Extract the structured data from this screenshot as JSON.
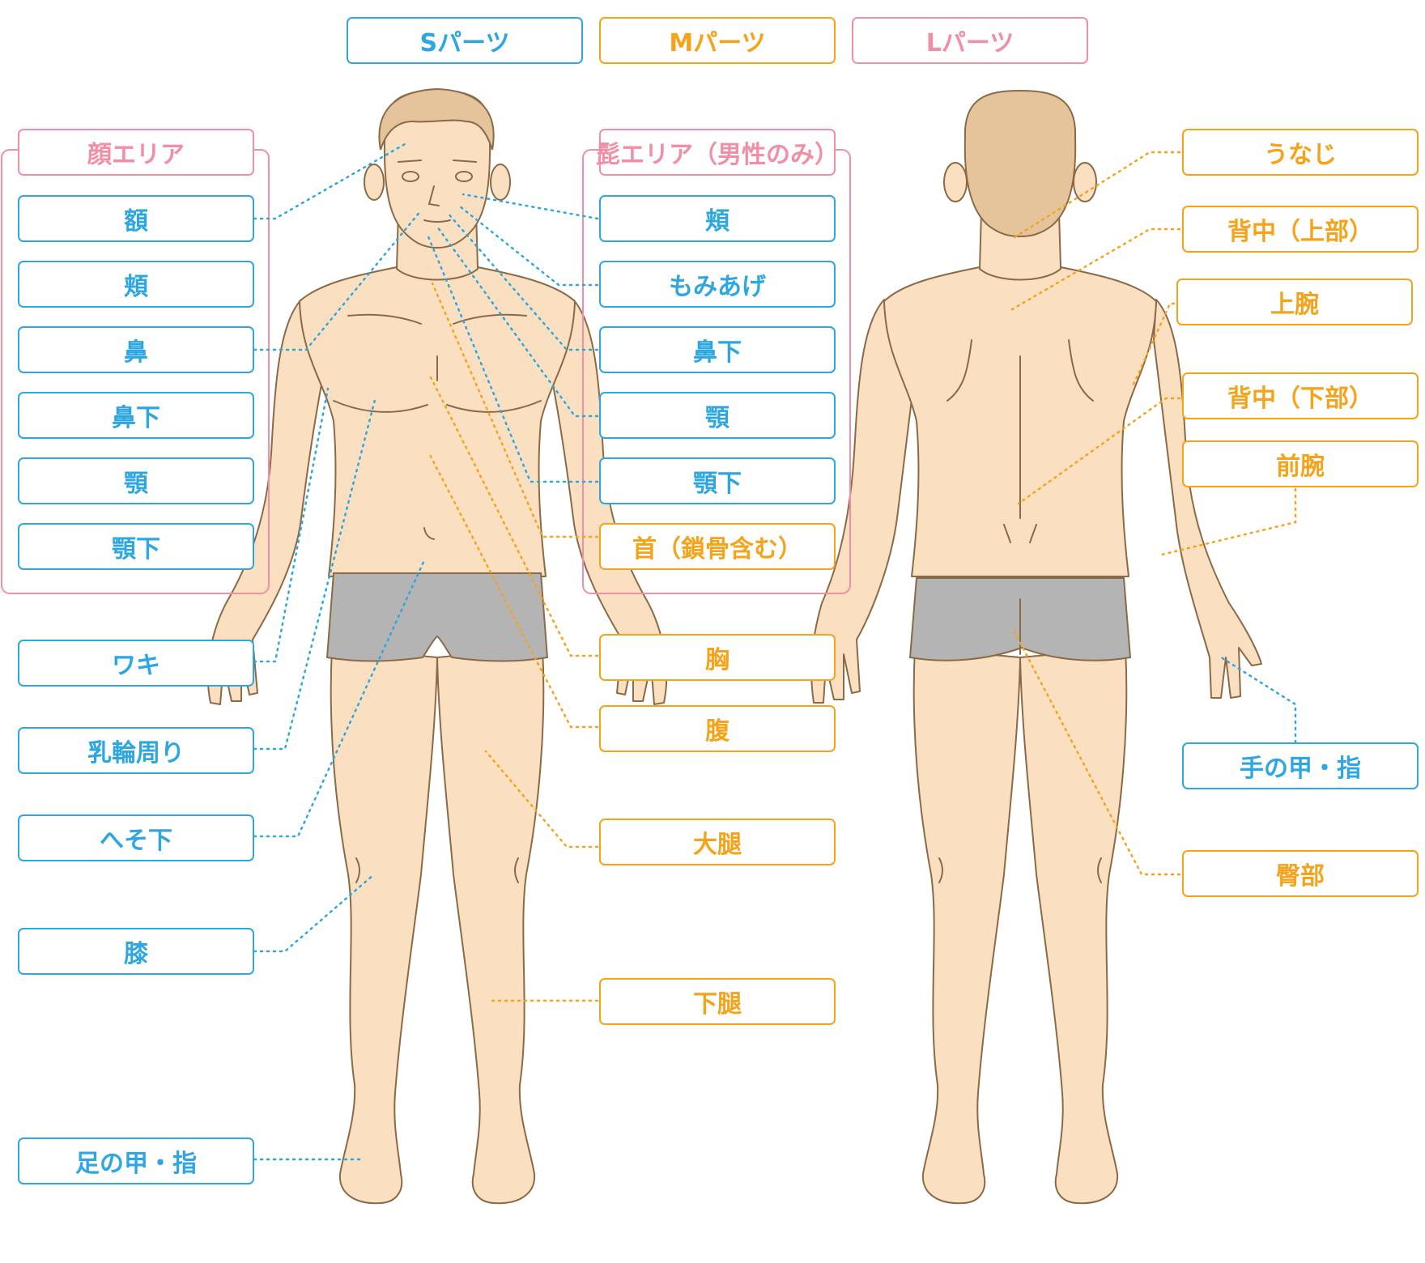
{
  "colors": {
    "s": "#2ea7e0",
    "m": "#f5a31a",
    "l": "#f08fa6",
    "skin": "#fae0c0",
    "outline": "#8a6a47",
    "hair": "#e6c49b",
    "shorts": "#b4b4b4"
  },
  "legend": {
    "s": "Sパーツ",
    "m": "Mパーツ",
    "l": "Lパーツ"
  },
  "face_area": {
    "title": "顔エリア",
    "items": [
      "額",
      "頬",
      "鼻",
      "鼻下",
      "顎",
      "顎下"
    ]
  },
  "beard_area": {
    "title": "髭エリア（男性のみ）",
    "items": [
      "頬",
      "もみあげ",
      "鼻下",
      "顎",
      "顎下"
    ],
    "neck": "首（鎖骨含む）"
  },
  "front_left": {
    "armpit": "ワキ",
    "nipple": "乳輪周り",
    "below_navel": "へそ下",
    "knee": "膝",
    "foot": "足の甲・指"
  },
  "front_right": {
    "chest": "胸",
    "abdomen": "腹",
    "thigh": "大腿",
    "lower_leg": "下腿"
  },
  "back": {
    "nape": "うなじ",
    "upper_back": "背中（上部）",
    "upper_arm": "上腕",
    "lower_back": "背中（下部）",
    "forearm": "前腕",
    "hand": "手の甲・指",
    "buttocks": "臀部"
  }
}
